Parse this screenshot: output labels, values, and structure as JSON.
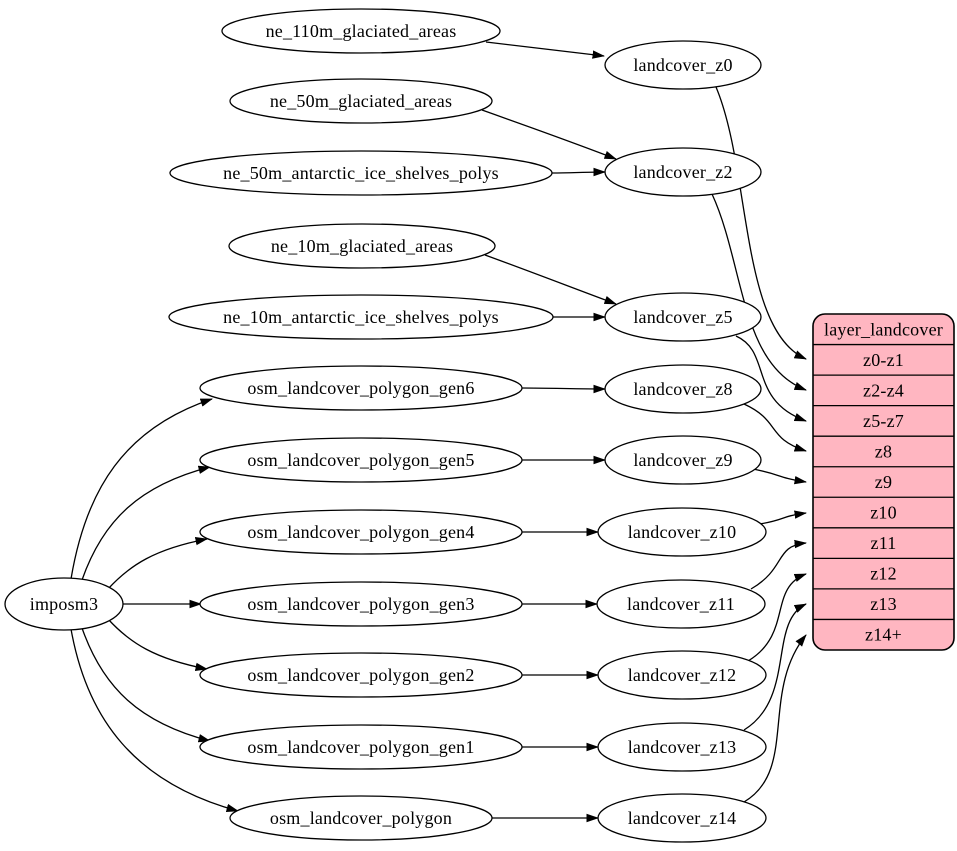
{
  "diagram": {
    "type": "dependency-graph",
    "tool_style": "graphviz-digraph",
    "colors": {
      "background": "#ffffff",
      "node_fill": "#ffffff",
      "node_stroke": "#000000",
      "edge": "#000000",
      "table_fill": "#ffb6c1",
      "table_stroke": "#000000",
      "text": "#000000"
    },
    "nodes": [
      {
        "id": "imposm3",
        "label": "imposm3",
        "shape": "ellipse"
      },
      {
        "id": "ne_110m_glaciated_areas",
        "label": "ne_110m_glaciated_areas",
        "shape": "ellipse"
      },
      {
        "id": "ne_50m_glaciated_areas",
        "label": "ne_50m_glaciated_areas",
        "shape": "ellipse"
      },
      {
        "id": "ne_50m_antarctic_ice_shelves_polys",
        "label": "ne_50m_antarctic_ice_shelves_polys",
        "shape": "ellipse"
      },
      {
        "id": "ne_10m_glaciated_areas",
        "label": "ne_10m_glaciated_areas",
        "shape": "ellipse"
      },
      {
        "id": "ne_10m_antarctic_ice_shelves_polys",
        "label": "ne_10m_antarctic_ice_shelves_polys",
        "shape": "ellipse"
      },
      {
        "id": "osm_landcover_polygon_gen6",
        "label": "osm_landcover_polygon_gen6",
        "shape": "ellipse"
      },
      {
        "id": "osm_landcover_polygon_gen5",
        "label": "osm_landcover_polygon_gen5",
        "shape": "ellipse"
      },
      {
        "id": "osm_landcover_polygon_gen4",
        "label": "osm_landcover_polygon_gen4",
        "shape": "ellipse"
      },
      {
        "id": "osm_landcover_polygon_gen3",
        "label": "osm_landcover_polygon_gen3",
        "shape": "ellipse"
      },
      {
        "id": "osm_landcover_polygon_gen2",
        "label": "osm_landcover_polygon_gen2",
        "shape": "ellipse"
      },
      {
        "id": "osm_landcover_polygon_gen1",
        "label": "osm_landcover_polygon_gen1",
        "shape": "ellipse"
      },
      {
        "id": "osm_landcover_polygon",
        "label": "osm_landcover_polygon",
        "shape": "ellipse"
      },
      {
        "id": "landcover_z0",
        "label": "landcover_z0",
        "shape": "ellipse"
      },
      {
        "id": "landcover_z2",
        "label": "landcover_z2",
        "shape": "ellipse"
      },
      {
        "id": "landcover_z5",
        "label": "landcover_z5",
        "shape": "ellipse"
      },
      {
        "id": "landcover_z8",
        "label": "landcover_z8",
        "shape": "ellipse"
      },
      {
        "id": "landcover_z9",
        "label": "landcover_z9",
        "shape": "ellipse"
      },
      {
        "id": "landcover_z10",
        "label": "landcover_z10",
        "shape": "ellipse"
      },
      {
        "id": "landcover_z11",
        "label": "landcover_z11",
        "shape": "ellipse"
      },
      {
        "id": "landcover_z12",
        "label": "landcover_z12",
        "shape": "ellipse"
      },
      {
        "id": "landcover_z13",
        "label": "landcover_z13",
        "shape": "ellipse"
      },
      {
        "id": "landcover_z14",
        "label": "landcover_z14",
        "shape": "ellipse"
      }
    ],
    "table": {
      "id": "layer_landcover",
      "header": "layer_landcover",
      "rows": [
        "z0-z1",
        "z2-z4",
        "z5-z7",
        "z8",
        "z9",
        "z10",
        "z11",
        "z12",
        "z13",
        "z14+"
      ]
    },
    "edges": [
      {
        "from": "ne_110m_glaciated_areas",
        "to": "landcover_z0"
      },
      {
        "from": "ne_50m_glaciated_areas",
        "to": "landcover_z2"
      },
      {
        "from": "ne_50m_antarctic_ice_shelves_polys",
        "to": "landcover_z2"
      },
      {
        "from": "ne_10m_glaciated_areas",
        "to": "landcover_z5"
      },
      {
        "from": "ne_10m_antarctic_ice_shelves_polys",
        "to": "landcover_z5"
      },
      {
        "from": "imposm3",
        "to": "osm_landcover_polygon_gen6"
      },
      {
        "from": "imposm3",
        "to": "osm_landcover_polygon_gen5"
      },
      {
        "from": "imposm3",
        "to": "osm_landcover_polygon_gen4"
      },
      {
        "from": "imposm3",
        "to": "osm_landcover_polygon_gen3"
      },
      {
        "from": "imposm3",
        "to": "osm_landcover_polygon_gen2"
      },
      {
        "from": "imposm3",
        "to": "osm_landcover_polygon_gen1"
      },
      {
        "from": "imposm3",
        "to": "osm_landcover_polygon"
      },
      {
        "from": "osm_landcover_polygon_gen6",
        "to": "landcover_z8"
      },
      {
        "from": "osm_landcover_polygon_gen5",
        "to": "landcover_z9"
      },
      {
        "from": "osm_landcover_polygon_gen4",
        "to": "landcover_z10"
      },
      {
        "from": "osm_landcover_polygon_gen3",
        "to": "landcover_z11"
      },
      {
        "from": "osm_landcover_polygon_gen2",
        "to": "landcover_z12"
      },
      {
        "from": "osm_landcover_polygon_gen1",
        "to": "landcover_z13"
      },
      {
        "from": "osm_landcover_polygon",
        "to": "landcover_z14"
      },
      {
        "from": "landcover_z0",
        "to": "layer_landcover",
        "port": "z0-z1"
      },
      {
        "from": "landcover_z2",
        "to": "layer_landcover",
        "port": "z2-z4"
      },
      {
        "from": "landcover_z5",
        "to": "layer_landcover",
        "port": "z5-z7"
      },
      {
        "from": "landcover_z8",
        "to": "layer_landcover",
        "port": "z8"
      },
      {
        "from": "landcover_z9",
        "to": "layer_landcover",
        "port": "z9"
      },
      {
        "from": "landcover_z10",
        "to": "layer_landcover",
        "port": "z10"
      },
      {
        "from": "landcover_z11",
        "to": "layer_landcover",
        "port": "z11"
      },
      {
        "from": "landcover_z12",
        "to": "layer_landcover",
        "port": "z12"
      },
      {
        "from": "landcover_z13",
        "to": "layer_landcover",
        "port": "z13"
      },
      {
        "from": "landcover_z14",
        "to": "layer_landcover",
        "port": "z14+"
      }
    ]
  }
}
